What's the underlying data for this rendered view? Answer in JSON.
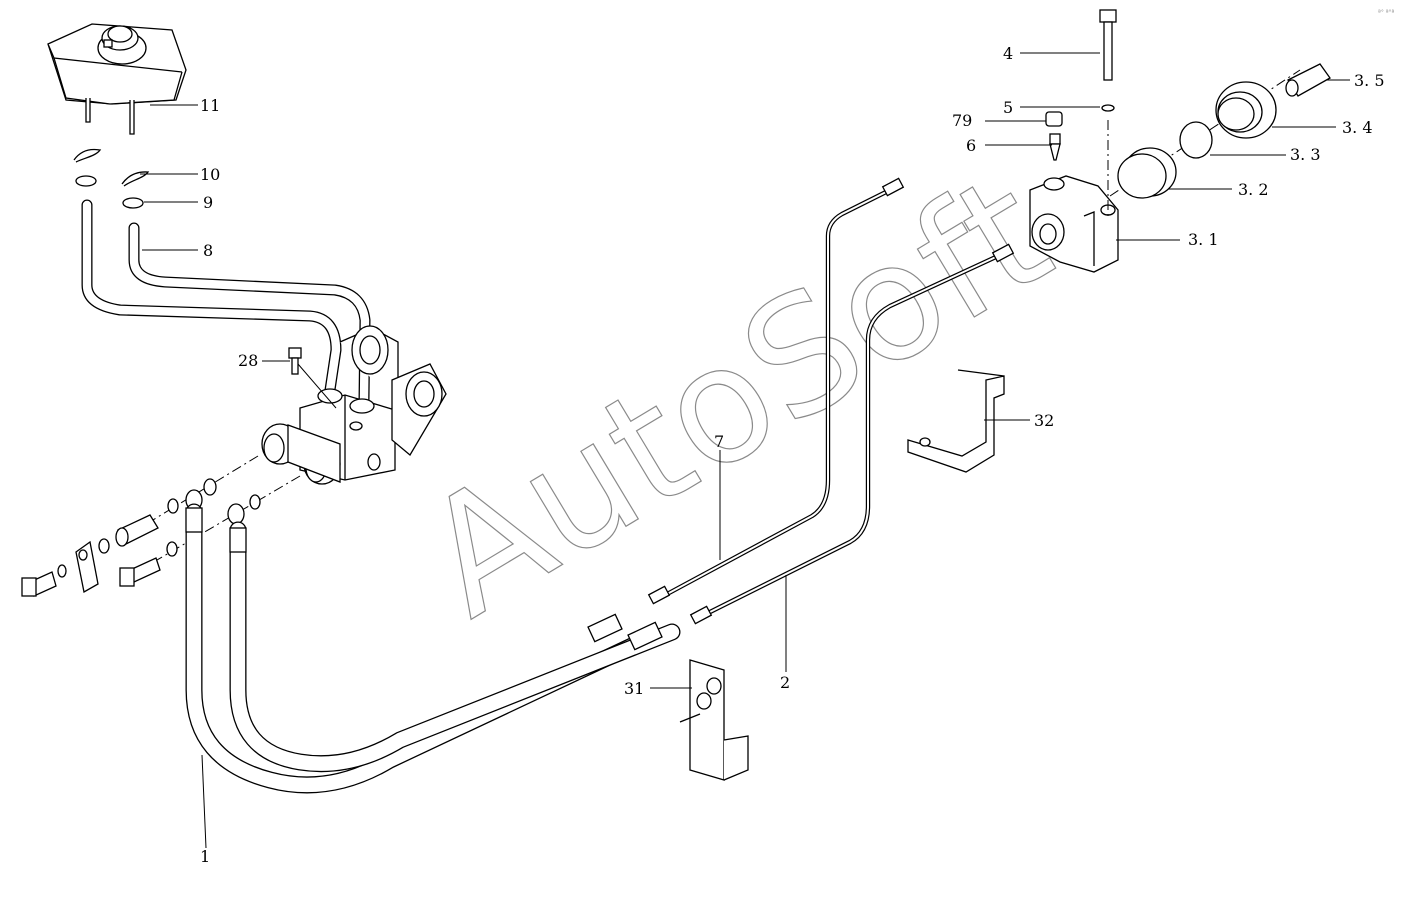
{
  "watermark": "AutoSoft",
  "corner_mark": "ª° ª°ª",
  "callouts": [
    {
      "id": "1",
      "text": "1"
    },
    {
      "id": "2",
      "text": "2"
    },
    {
      "id": "3_1",
      "text": "3. 1"
    },
    {
      "id": "3_2",
      "text": "3. 2"
    },
    {
      "id": "3_3",
      "text": "3. 3"
    },
    {
      "id": "3_4",
      "text": "3. 4"
    },
    {
      "id": "3_5",
      "text": "3. 5"
    },
    {
      "id": "4",
      "text": "4"
    },
    {
      "id": "5",
      "text": "5"
    },
    {
      "id": "6",
      "text": "6"
    },
    {
      "id": "7",
      "text": "7"
    },
    {
      "id": "8",
      "text": "8"
    },
    {
      "id": "9",
      "text": "9"
    },
    {
      "id": "10",
      "text": "10"
    },
    {
      "id": "11",
      "text": "11"
    },
    {
      "id": "28",
      "text": "28"
    },
    {
      "id": "31",
      "text": "31"
    },
    {
      "id": "32",
      "text": "32"
    },
    {
      "id": "79",
      "text": "79"
    }
  ]
}
